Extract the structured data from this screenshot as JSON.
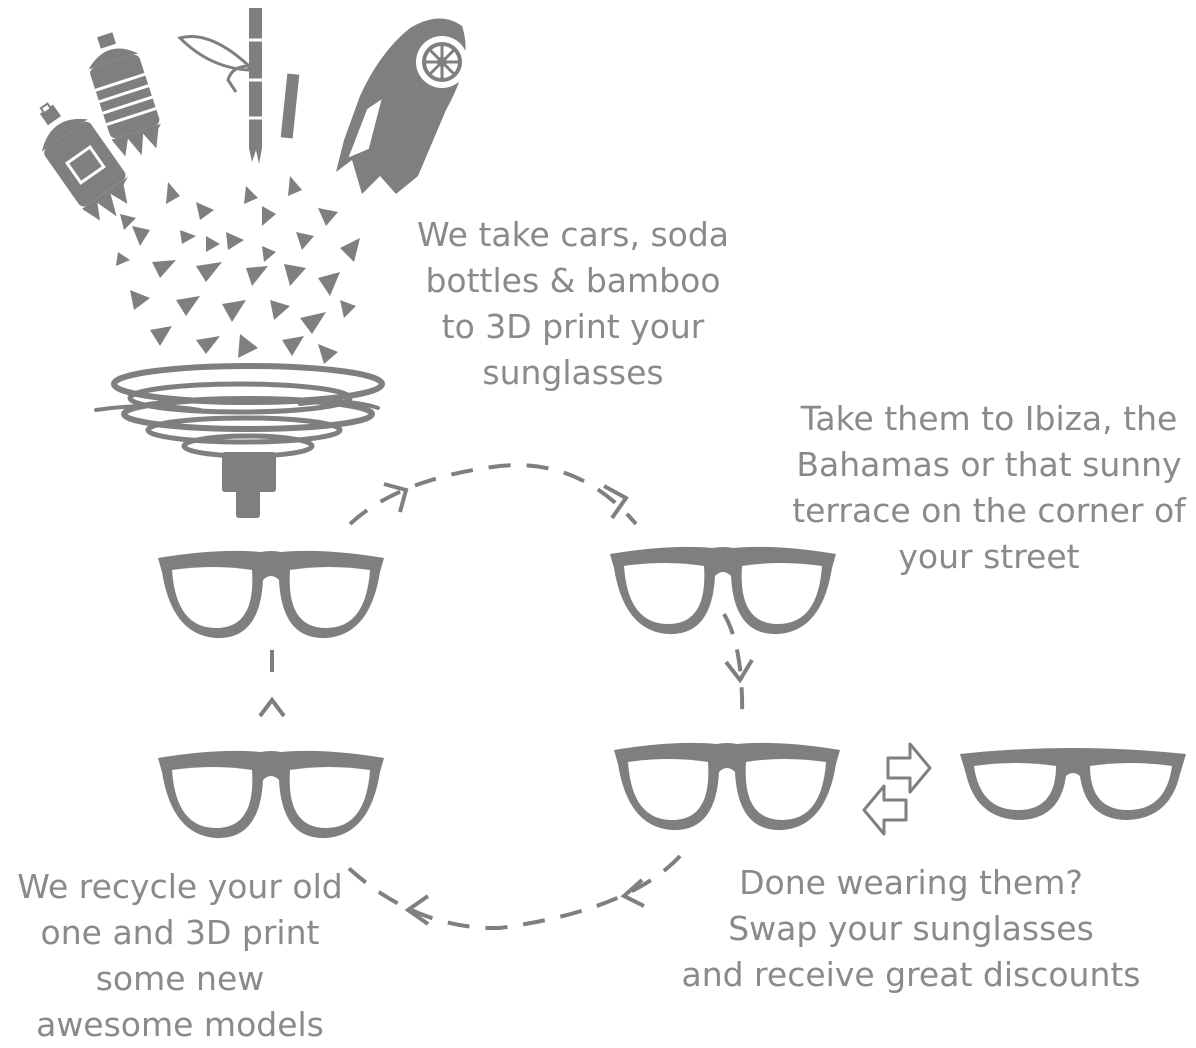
{
  "captions": {
    "printing": [
      "We take cars, soda",
      "bottles & bamboo",
      "to 3D print your",
      "sunglasses"
    ],
    "travel": [
      "Take them to Ibiza, the",
      "Bahamas or that sunny",
      "terrace on the corner of",
      "your street"
    ],
    "swap": [
      "Done wearing them?",
      "Swap your sunglasses",
      "and receive great discounts"
    ],
    "recycle": [
      "We recycle your old",
      "one and 3D print",
      "some new",
      "awesome models"
    ]
  },
  "icons": {
    "materials": [
      "soda-bottle-icon",
      "soda-bottle-icon",
      "bamboo-icon",
      "car-icon"
    ],
    "printer": "3d-printer-nozzle-icon",
    "glasses": "sunglasses-icon",
    "swap": "swap-arrows-icon"
  },
  "colors": {
    "ink": "#7f7f7f",
    "text": "#8a8a8a",
    "background": "#ffffff"
  }
}
